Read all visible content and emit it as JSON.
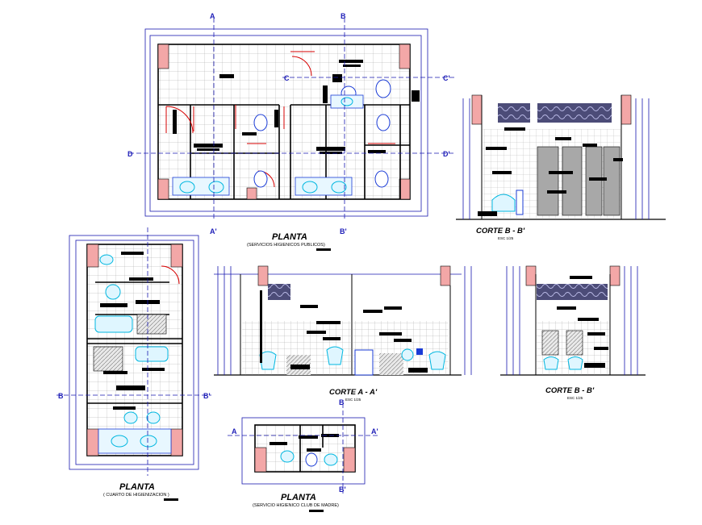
{
  "drawings": [
    {
      "id": "plan-main",
      "title": "PLANTA",
      "subtitle": "(SERVICIOS HIGIENICOS PUBLICOS)"
    },
    {
      "id": "section-bb-top",
      "title": "CORTE B - B'",
      "scale": "ESC 1/25"
    },
    {
      "id": "plan-left",
      "title": "PLANTA",
      "subtitle": "( CUARTO DE HIGIENIZACION )"
    },
    {
      "id": "section-aa",
      "title": "CORTE A - A'",
      "scale": "ESC 1/25"
    },
    {
      "id": "section-bb-mid",
      "title": "CORTE B - B'",
      "scale": "ESC 1/25"
    },
    {
      "id": "plan-small",
      "title": "PLANTA",
      "subtitle": "(SERVICIO HIGIENICO CLUB DE MADRE)"
    }
  ],
  "axis_markers": {
    "a": "A",
    "a_prime": "A'",
    "b": "B",
    "b_prime": "B'",
    "c": "C",
    "c_prime": "C'",
    "d": "D",
    "d_prime": "D'"
  },
  "colors": {
    "dimension": "#1a1ab0",
    "fixture": "#1a3bd6",
    "fixture_cyan": "#00b7e0",
    "column": "#f3a7a7",
    "door": "#d60000"
  }
}
